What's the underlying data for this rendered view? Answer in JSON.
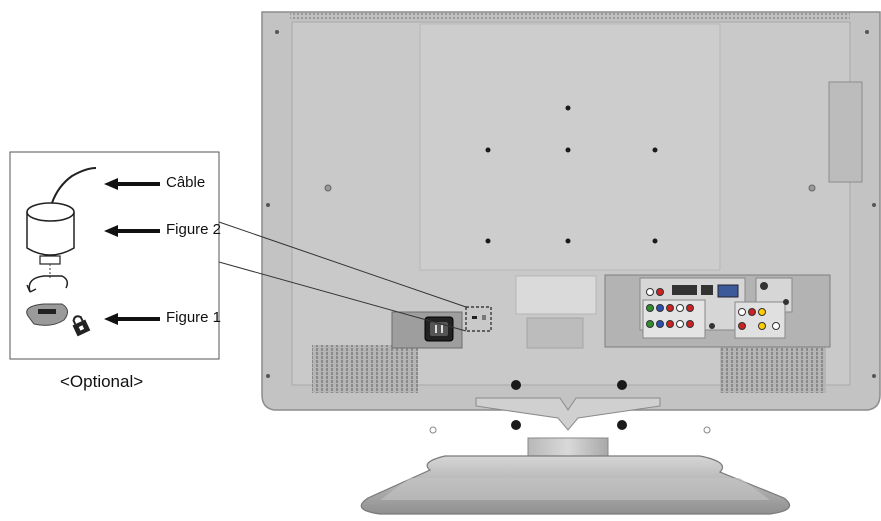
{
  "callout": {
    "cable_label": "Câble",
    "figure2_label": "Figure 2",
    "figure1_label": "Figure 1"
  },
  "optional_label": "<Optional>"
}
